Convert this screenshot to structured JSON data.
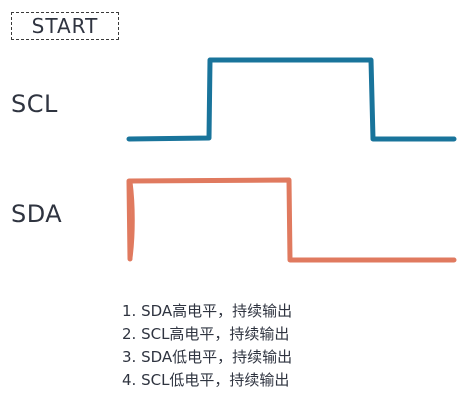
{
  "title": "START",
  "signals": [
    {
      "name": "SCL",
      "color": "#19749b"
    },
    {
      "name": "SDA",
      "color": "#e07a5f"
    }
  ],
  "notes": [
    "1. SDA高电平，持续输出",
    "2. SCL高电平，持续输出",
    "3. SDA低电平，持续输出",
    "4. SCL低电平，持续输出"
  ]
}
